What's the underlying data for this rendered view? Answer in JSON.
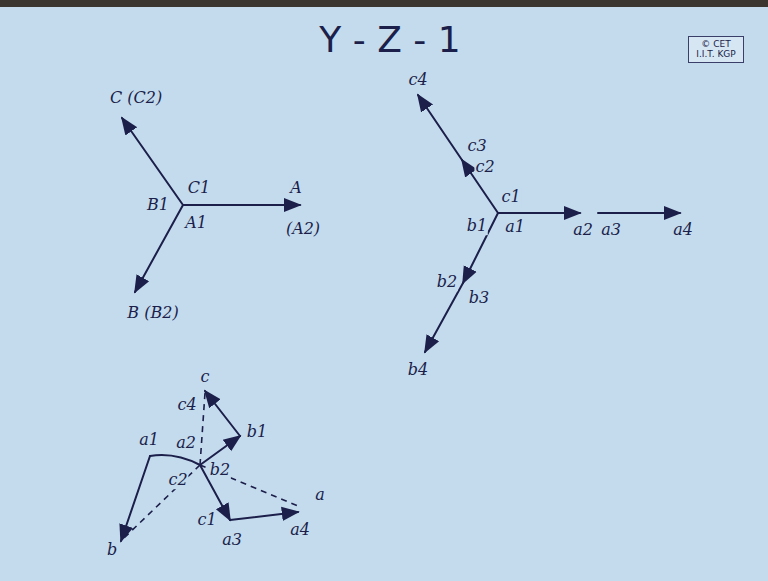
{
  "diagram": {
    "title": "Y - Z - 1",
    "nodes": [
      {
        "text": [
          "© CET I.I.T. KGP"
        ]
      }
    ],
    "labels": [
      "C (C2)",
      "C1",
      "B1",
      "A1",
      "A",
      "(A2)",
      "B (B2)",
      "c4",
      "c3",
      "c2",
      "c1",
      "b1",
      "a1",
      "a2",
      "a3",
      "a4",
      "b2",
      "b3",
      "b4",
      "c",
      "c4",
      "b1",
      "a1",
      "a2",
      "b2",
      "c2",
      "b",
      "c1",
      "a",
      "a3",
      "a4"
    ]
  }
}
